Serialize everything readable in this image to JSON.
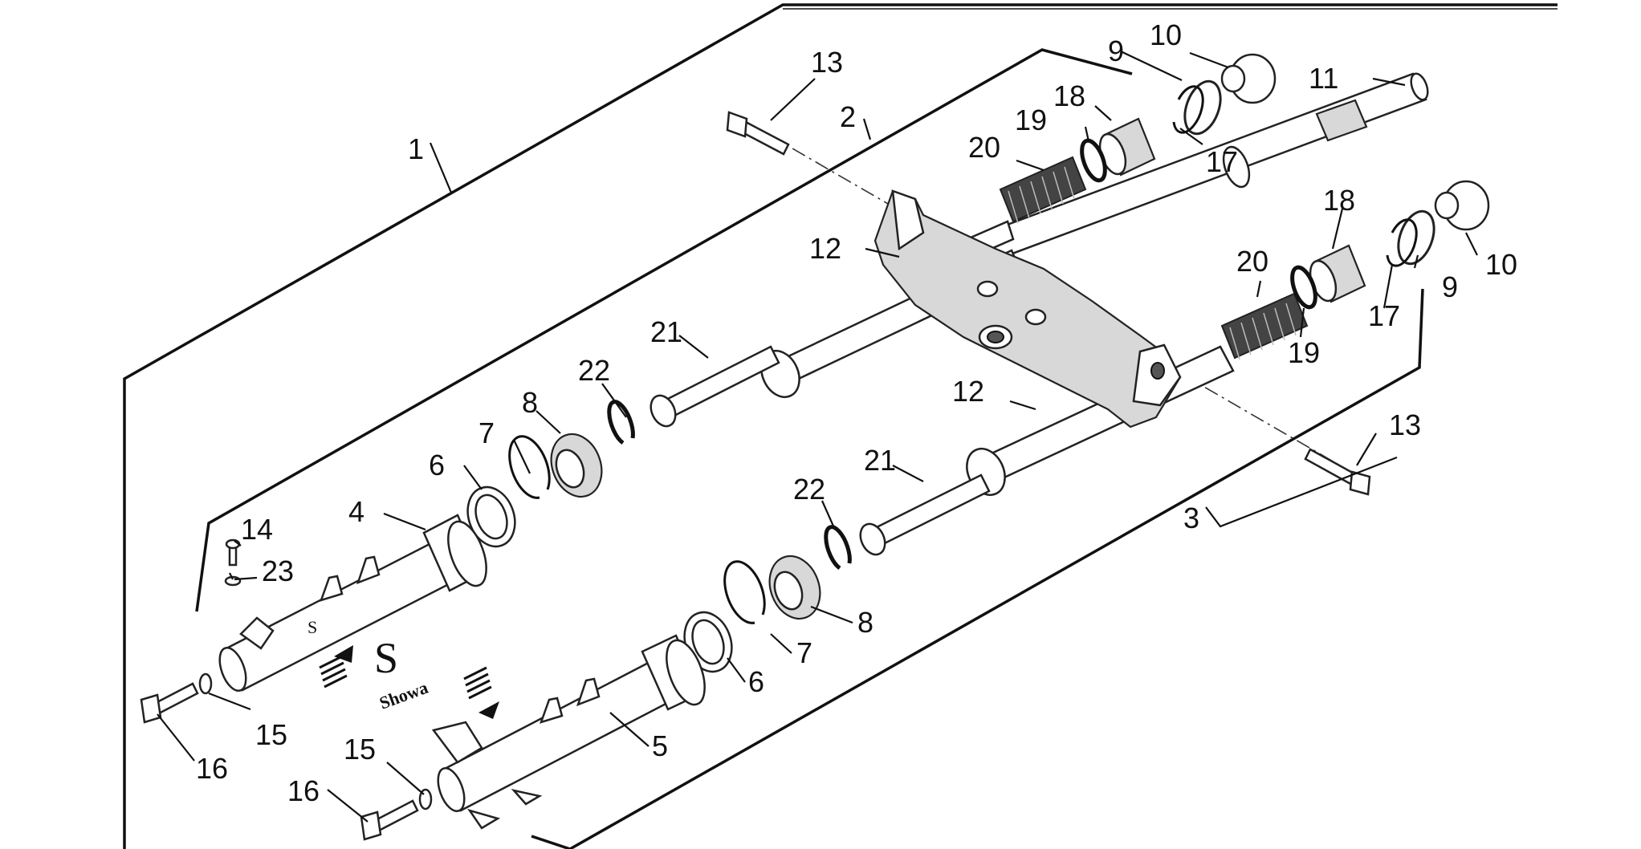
{
  "diagram": {
    "brand_text": "Showa",
    "brand_logo_letter": "S",
    "fork_marking": "S",
    "callouts": [
      {
        "id": "c1",
        "label": "1"
      },
      {
        "id": "c2",
        "label": "2"
      },
      {
        "id": "c3",
        "label": "3"
      },
      {
        "id": "c4",
        "label": "4"
      },
      {
        "id": "c5",
        "label": "5"
      },
      {
        "id": "c6a",
        "label": "6"
      },
      {
        "id": "c6b",
        "label": "6"
      },
      {
        "id": "c7a",
        "label": "7"
      },
      {
        "id": "c7b",
        "label": "7"
      },
      {
        "id": "c8a",
        "label": "8"
      },
      {
        "id": "c8b",
        "label": "8"
      },
      {
        "id": "c9a",
        "label": "9"
      },
      {
        "id": "c9b",
        "label": "9"
      },
      {
        "id": "c10a",
        "label": "10"
      },
      {
        "id": "c10b",
        "label": "10"
      },
      {
        "id": "c11",
        "label": "11"
      },
      {
        "id": "c12a",
        "label": "12"
      },
      {
        "id": "c12b",
        "label": "12"
      },
      {
        "id": "c13a",
        "label": "13"
      },
      {
        "id": "c13b",
        "label": "13"
      },
      {
        "id": "c14",
        "label": "14"
      },
      {
        "id": "c15a",
        "label": "15"
      },
      {
        "id": "c15b",
        "label": "15"
      },
      {
        "id": "c16a",
        "label": "16"
      },
      {
        "id": "c16b",
        "label": "16"
      },
      {
        "id": "c17a",
        "label": "17"
      },
      {
        "id": "c17b",
        "label": "17"
      },
      {
        "id": "c18a",
        "label": "18"
      },
      {
        "id": "c18b",
        "label": "18"
      },
      {
        "id": "c19a",
        "label": "19"
      },
      {
        "id": "c19b",
        "label": "19"
      },
      {
        "id": "c20a",
        "label": "20"
      },
      {
        "id": "c20b",
        "label": "20"
      },
      {
        "id": "c21a",
        "label": "21"
      },
      {
        "id": "c21b",
        "label": "21"
      },
      {
        "id": "c22a",
        "label": "22"
      },
      {
        "id": "c22b",
        "label": "22"
      },
      {
        "id": "c23",
        "label": "23"
      }
    ]
  }
}
